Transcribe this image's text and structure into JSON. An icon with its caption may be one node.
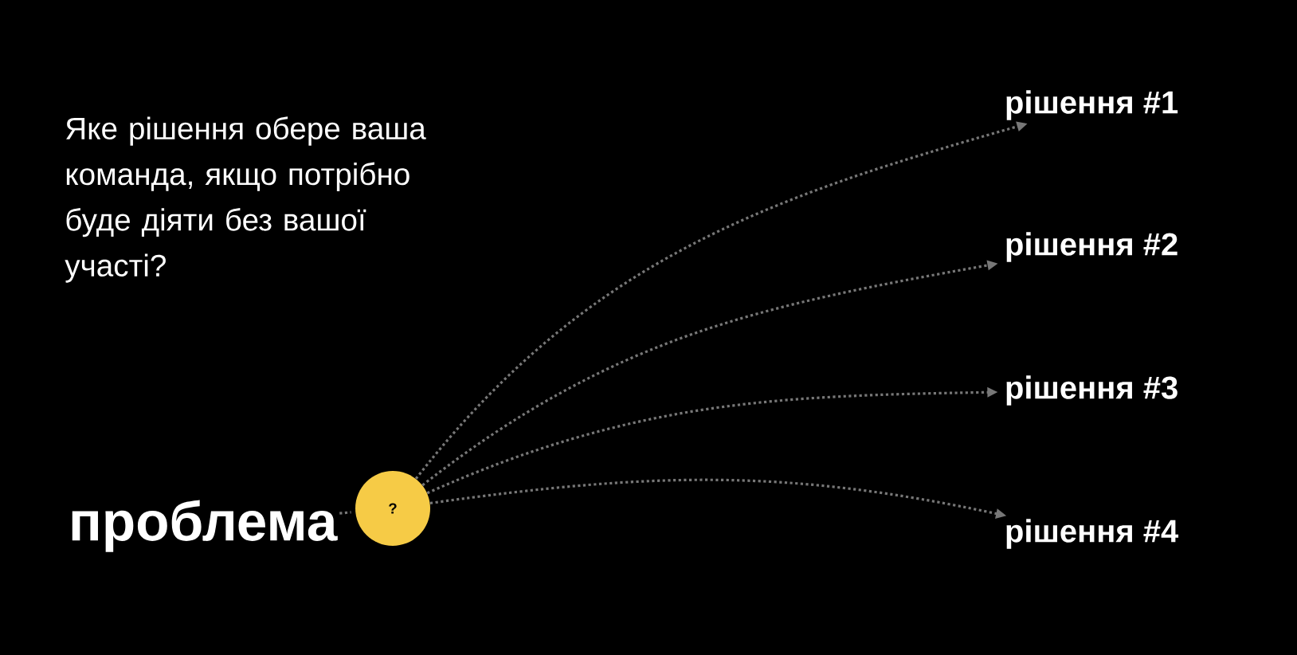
{
  "diagram": {
    "nodes": [
      {
        "text": [
          "проблема"
        ]
      },
      {
        "text": [
          "?"
        ]
      },
      {
        "text": [
          "рішення #1"
        ]
      },
      {
        "text": [
          "рішення #2"
        ]
      },
      {
        "text": [
          "рішення #3"
        ]
      },
      {
        "text": [
          "рішення #4"
        ]
      }
    ],
    "edges": [
      {
        "from": 0,
        "to": 1,
        "arrow": "none"
      },
      {
        "from": 1,
        "to": 2,
        "arrow": "to"
      },
      {
        "from": 1,
        "to": 3,
        "arrow": "to"
      },
      {
        "from": 1,
        "to": 4,
        "arrow": "to"
      },
      {
        "from": 1,
        "to": 5,
        "arrow": "to"
      }
    ],
    "labels": [
      "Яке рішення обере ваша команда, якщо потрібно буде діяти без вашої участі?"
    ]
  }
}
